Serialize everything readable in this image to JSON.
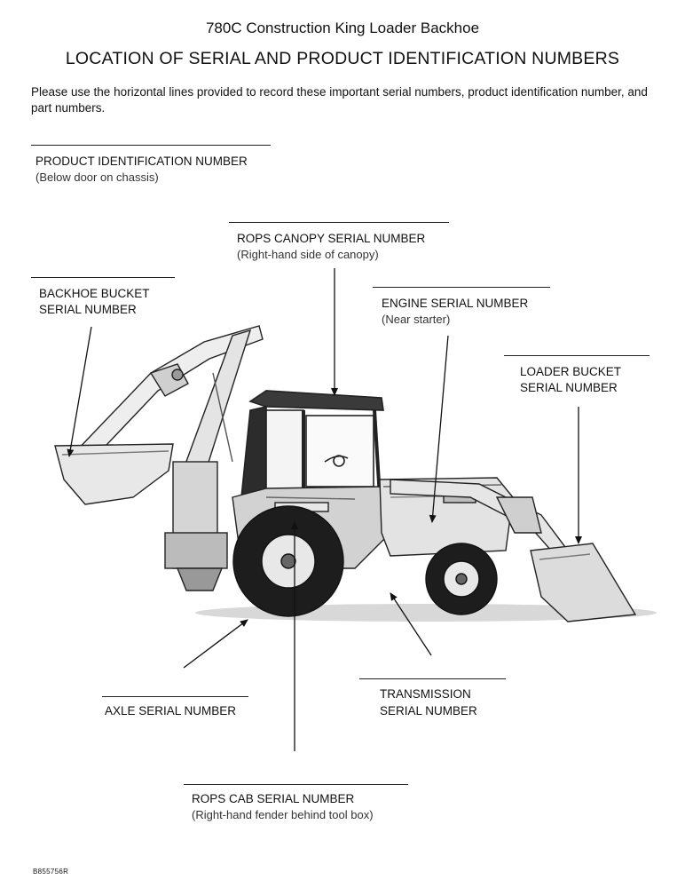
{
  "header": {
    "subtitle": "780C Construction King Loader Backhoe",
    "title": "LOCATION OF SERIAL AND PRODUCT IDENTIFICATION NUMBERS",
    "intro": "Please use the horizontal lines provided to record these important serial numbers, product identification number, and part numbers."
  },
  "callouts": {
    "pin": {
      "label": "PRODUCT IDENTIFICATION NUMBER",
      "note": "(Below door on chassis)"
    },
    "rops_canopy": {
      "label": "ROPS CANOPY SERIAL NUMBER",
      "note": "(Right-hand side of canopy)"
    },
    "backhoe_bucket": {
      "line1": "BACKHOE BUCKET",
      "line2": "SERIAL NUMBER"
    },
    "engine": {
      "label": "ENGINE SERIAL NUMBER",
      "note": "(Near starter)"
    },
    "loader_bucket": {
      "line1": "LOADER BUCKET",
      "line2": "SERIAL NUMBER"
    },
    "axle": {
      "label": "AXLE SERIAL NUMBER"
    },
    "transmission": {
      "line1": "TRANSMISSION",
      "line2": "SERIAL NUMBER"
    },
    "rops_cab": {
      "label": "ROPS CAB SERIAL NUMBER",
      "note": "(Right-hand fender behind tool box)"
    }
  },
  "figure_code": "B855756R"
}
